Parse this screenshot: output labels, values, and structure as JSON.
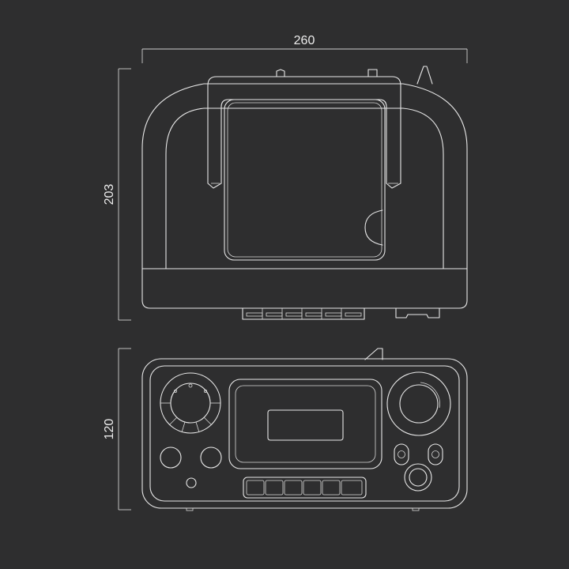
{
  "dimensions": {
    "width_label": "260",
    "height_top_label": "203",
    "height_bottom_label": "120"
  },
  "colors": {
    "background": "#2e2e2f",
    "line": "#e8e8e8"
  }
}
